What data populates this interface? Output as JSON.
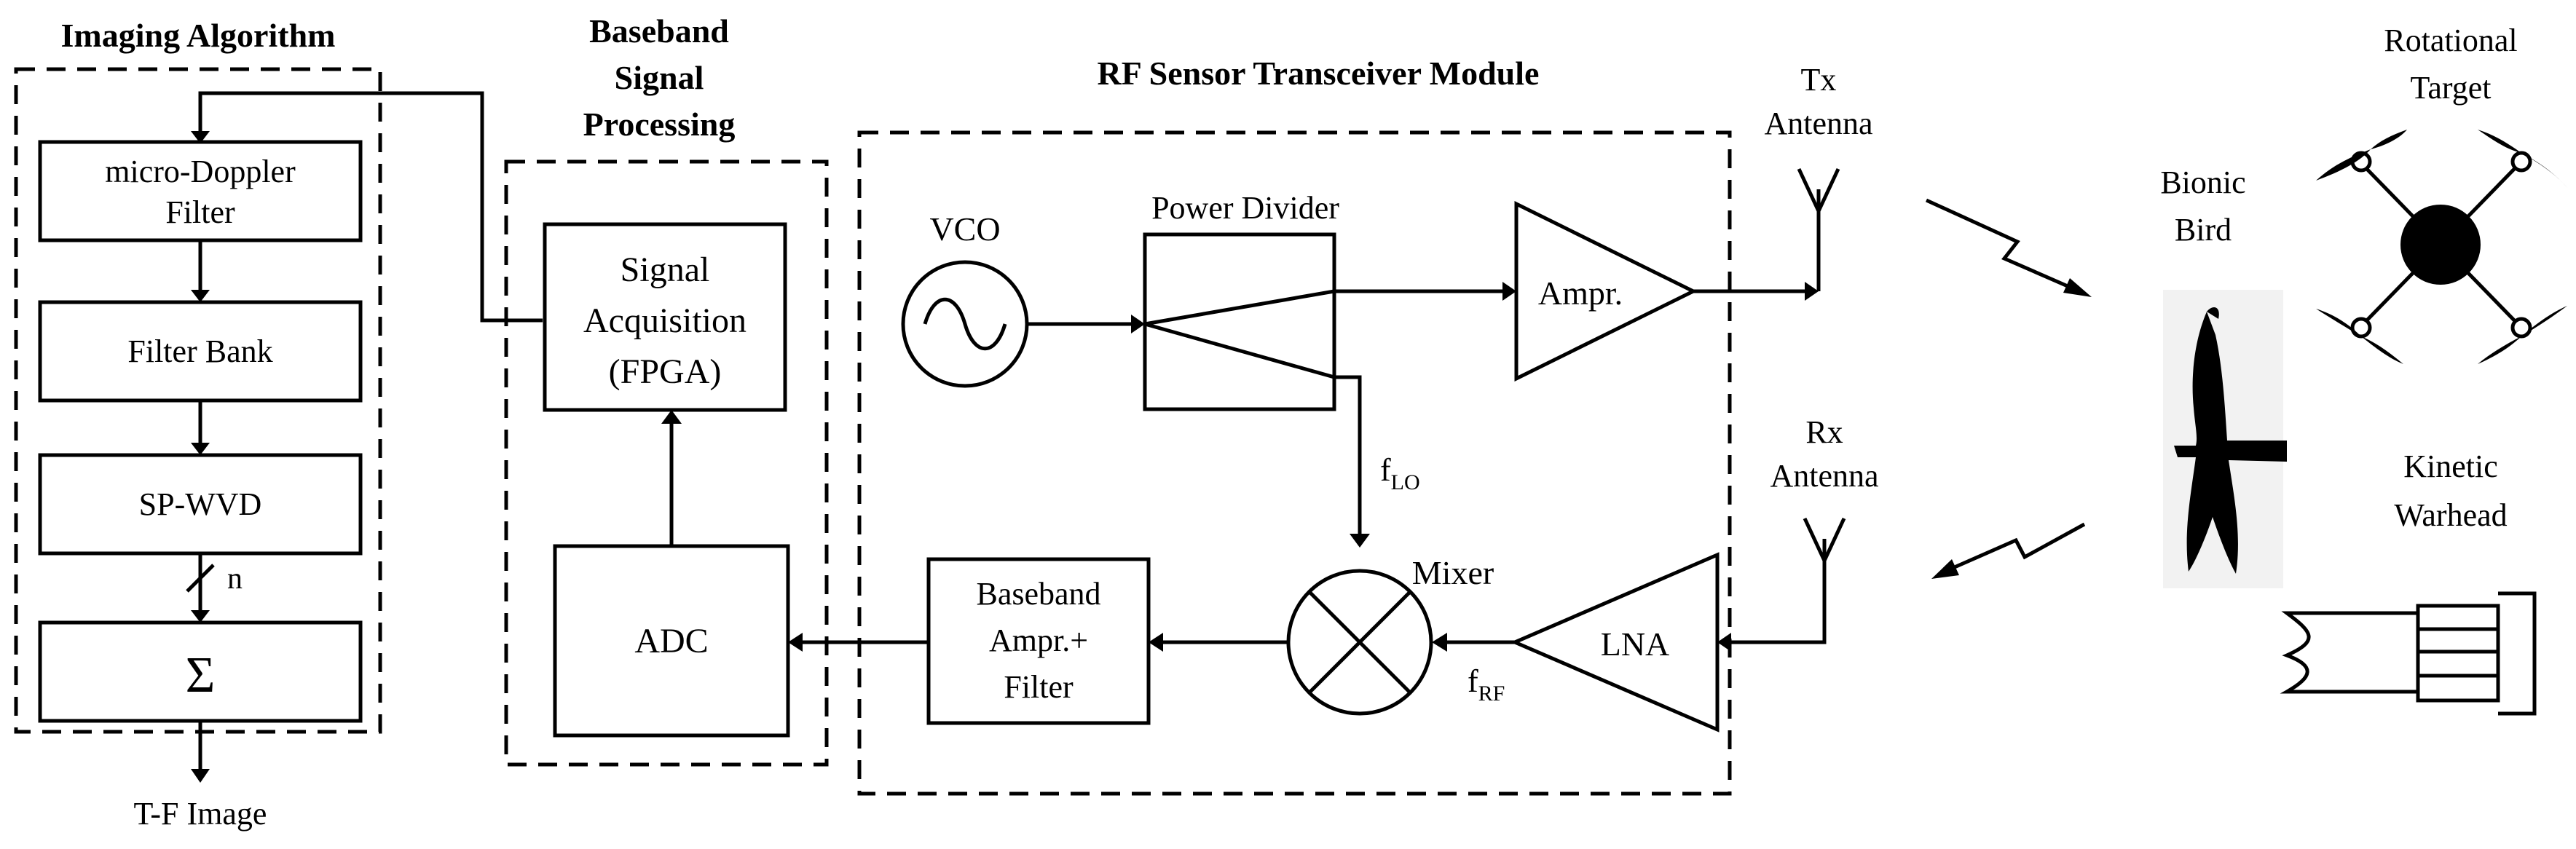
{
  "sections": {
    "imaging": "Imaging Algorithm",
    "baseband_line1": "Baseband",
    "baseband_line2": "Signal",
    "baseband_line3": "Processing",
    "rf": "RF Sensor Transceiver Module"
  },
  "imaging_blocks": {
    "mdf_line1": "micro-Doppler",
    "mdf_line2": "Filter",
    "filter_bank": "Filter Bank",
    "spwvd": "SP-WVD",
    "n_label": "n",
    "sum": "Σ",
    "output": "T-F Image"
  },
  "baseband_blocks": {
    "sa_line1": "Signal",
    "sa_line2": "Acquisition",
    "sa_line3": "(FPGA)",
    "adc": "ADC"
  },
  "rf_blocks": {
    "vco": "VCO",
    "power_divider": "Power Divider",
    "ampr": "Ampr.",
    "flo_main": "f",
    "flo_sub": "LO",
    "mixer": "Mixer",
    "bbamp_line1": "Baseband",
    "bbamp_line2": "Ampr.+",
    "bbamp_line3": "Filter",
    "lna": "LNA",
    "frf_main": "f",
    "frf_sub": "RF"
  },
  "antennas": {
    "tx_line1": "Tx",
    "tx_line2": "Antenna",
    "rx_line1": "Rx",
    "rx_line2": "Antenna"
  },
  "targets": {
    "rotational_line1": "Rotational",
    "rotational_line2": "Target",
    "bird_line1": "Bionic",
    "bird_line2": "Bird",
    "warhead_line1": "Kinetic",
    "warhead_line2": "Warhead"
  }
}
